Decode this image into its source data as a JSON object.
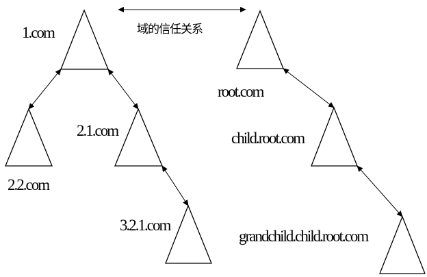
{
  "trust_label": "域的信任关系",
  "tree_left": {
    "root": "1.com",
    "child_a": "2.2.com",
    "child_b": "2.1.com",
    "grandchild": "3.2.1.com"
  },
  "tree_right": {
    "root": "root.com",
    "child": "child.root.com",
    "grandchild": "grandchild.child.root.com"
  },
  "colors": {
    "line": "#000000",
    "background": "#ffffff"
  }
}
